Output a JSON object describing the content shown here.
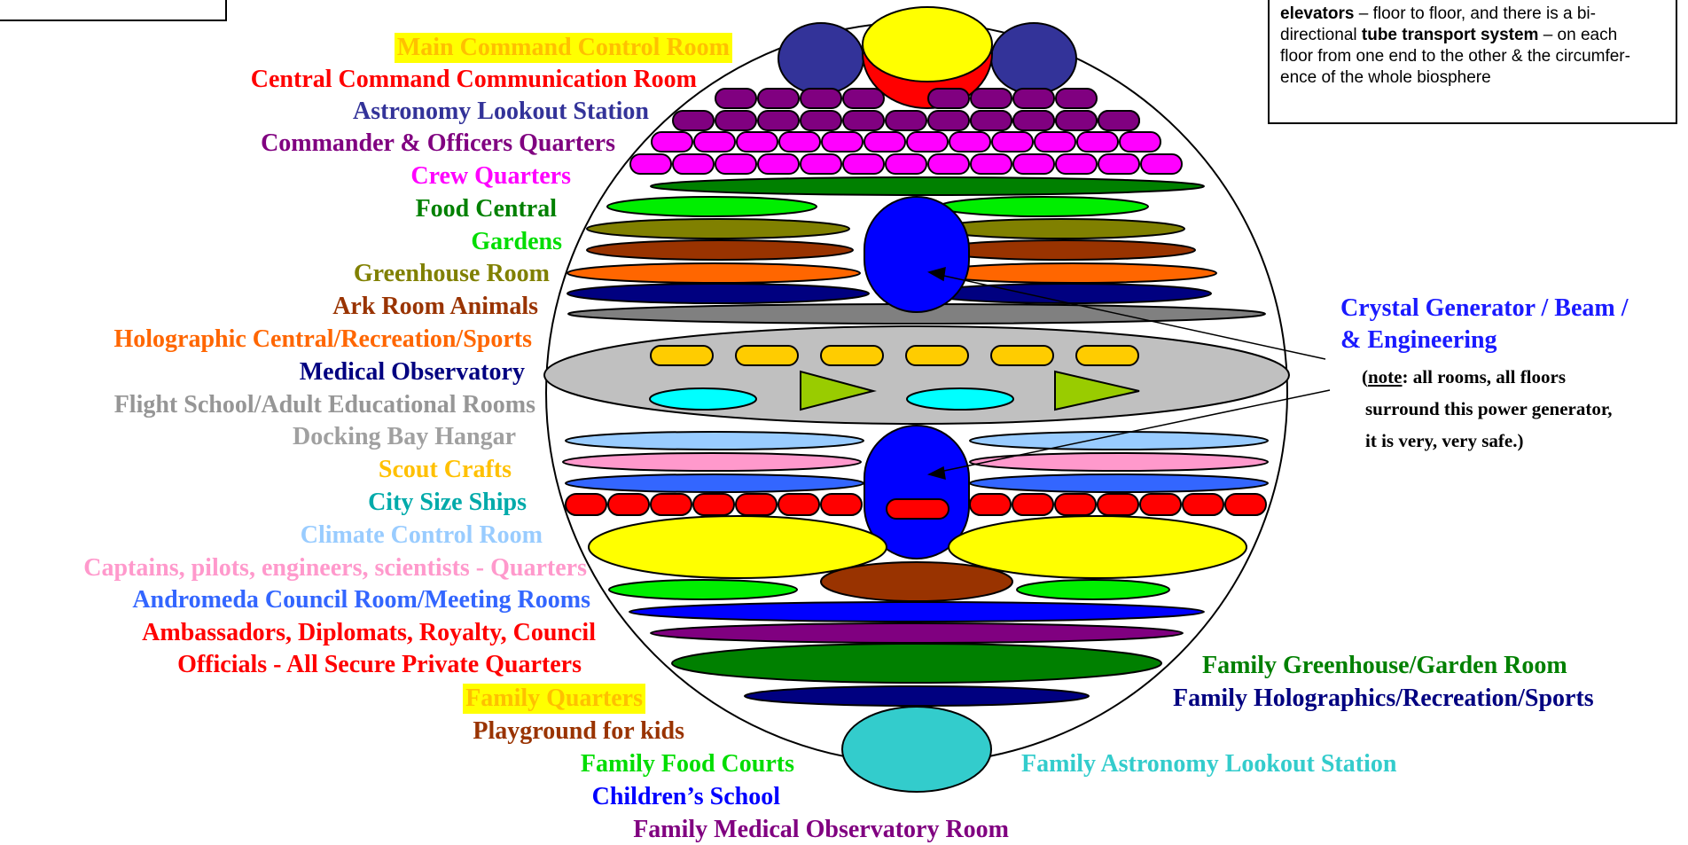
{
  "note_box": {
    "part1": "elevators",
    "part2": " – floor to floor, and there is a bi-",
    "line2a": "directional  ",
    "part3": "tube transport system",
    "part4": " – on each",
    "line3": "floor from one end to the other & the circumfer-",
    "line4": "ence of the whole biosphere"
  },
  "left_labels": [
    {
      "text": "Main Command Control Room",
      "color": "#ffc000",
      "highlight": "#ffff00"
    },
    {
      "text": "Central Command Communication Room",
      "color": "#ff0000"
    },
    {
      "text": "Astronomy Lookout Station",
      "color": "#333399"
    },
    {
      "text": "Commander & Officers Quarters",
      "color": "#800080"
    },
    {
      "text": "Crew Quarters",
      "color": "#ff00ff"
    },
    {
      "text": "Food Central",
      "color": "#008000"
    },
    {
      "text": "Gardens",
      "color": "#00dd00"
    },
    {
      "text": "Greenhouse Room",
      "color": "#808000"
    },
    {
      "text": "Ark Room Animals",
      "color": "#993300"
    },
    {
      "text": "Holographic Central/Recreation/Sports",
      "color": "#ff6600"
    },
    {
      "text": "Medical Observatory",
      "color": "#000080"
    },
    {
      "text": "Flight School/Adult Educational Rooms",
      "color": "#969696"
    },
    {
      "text": "Docking Bay Hangar",
      "color": "#a0a0a0"
    },
    {
      "text": "Scout Crafts",
      "color": "#ffc000"
    },
    {
      "text": "City Size Ships",
      "color": "#00aaaa"
    },
    {
      "text": "Climate Control Room",
      "color": "#99ccff"
    },
    {
      "text": "Captains, pilots, engineers, scientists - Quarters",
      "color": "#ff99cc"
    },
    {
      "text": "Andromeda Council Room/Meeting Rooms",
      "color": "#3366ff"
    },
    {
      "text": "Ambassadors, Diplomats, Royalty, Council",
      "color": "#ff0000"
    },
    {
      "text": "Officials  -   All Secure Private Quarters",
      "color": "#ff0000"
    },
    {
      "text": "Family Quarters",
      "color": "#ffc000",
      "highlight": "#ffff00"
    },
    {
      "text": "Playground for kids",
      "color": "#993300"
    },
    {
      "text": "Family Food Courts",
      "color": "#00dd00"
    },
    {
      "text": "Children’s School",
      "color": "#0000ff"
    },
    {
      "text": "Family Medical Observatory Room",
      "color": "#800080"
    }
  ],
  "right_labels": [
    {
      "text": "Family Greenhouse/Garden Room",
      "color": "#008000"
    },
    {
      "text": "Family Holographics/Recreation/Sports",
      "color": "#000080"
    },
    {
      "text": "Family Astronomy Lookout Station",
      "color": "#33cccc"
    }
  ],
  "crystal": {
    "title1": "Crystal Generator / Beam /",
    "title2": " & Engineering",
    "note_prefix": "(",
    "note_u": "note",
    "note_rest": ":  all rooms, all floors",
    "note2": "surround this power generator,",
    "note3": "it is very, very safe.)"
  },
  "colors": {
    "navy_dome": "#333399",
    "yellow": "#ffff00",
    "red": "#ff0000",
    "purple": "#800080",
    "magenta": "#ff00ff",
    "dark_green": "#008000",
    "bright_green": "#00ee00",
    "olive": "#808000",
    "brown": "#993300",
    "orange": "#ff6600",
    "navy": "#000080",
    "gray_band": "#808080",
    "light_gray": "#c0c0c0",
    "gold": "#ffcc00",
    "cyan": "#00ffff",
    "lime": "#99cc00",
    "blue": "#0000ff",
    "light_blue": "#99ccff",
    "pink": "#ff99cc",
    "royal_blue": "#3366ff",
    "teal": "#33cccc"
  }
}
